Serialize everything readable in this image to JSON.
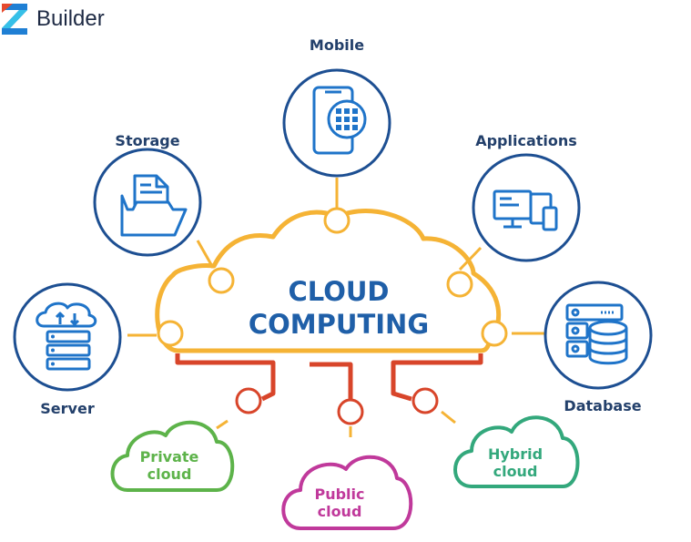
{
  "brand": {
    "name": "Builder",
    "logo_icon": "z-logo-icon"
  },
  "center": {
    "line1": "CLOUD",
    "line2": "COMPUTING"
  },
  "services": [
    {
      "id": "mobile",
      "label": "Mobile",
      "icon": "mobile-icon"
    },
    {
      "id": "storage",
      "label": "Storage",
      "icon": "folder-icon"
    },
    {
      "id": "applications",
      "label": "Applications",
      "icon": "devices-icon"
    },
    {
      "id": "server",
      "label": "Server",
      "icon": "server-icon"
    },
    {
      "id": "database",
      "label": "Database",
      "icon": "database-icon"
    }
  ],
  "deployment": [
    {
      "id": "private",
      "line1": "Private",
      "line2": "cloud",
      "color": "#5db34a"
    },
    {
      "id": "public",
      "line1": "Public",
      "line2": "cloud",
      "color": "#c0399b"
    },
    {
      "id": "hybrid",
      "line1": "Hybrid",
      "line2": "cloud",
      "color": "#33a87c"
    }
  ],
  "colors": {
    "icon_blue": "#1f74c9",
    "circle_border": "#1d4f92",
    "cloud_outline": "#f5b335",
    "connector_red": "#d8452a"
  }
}
